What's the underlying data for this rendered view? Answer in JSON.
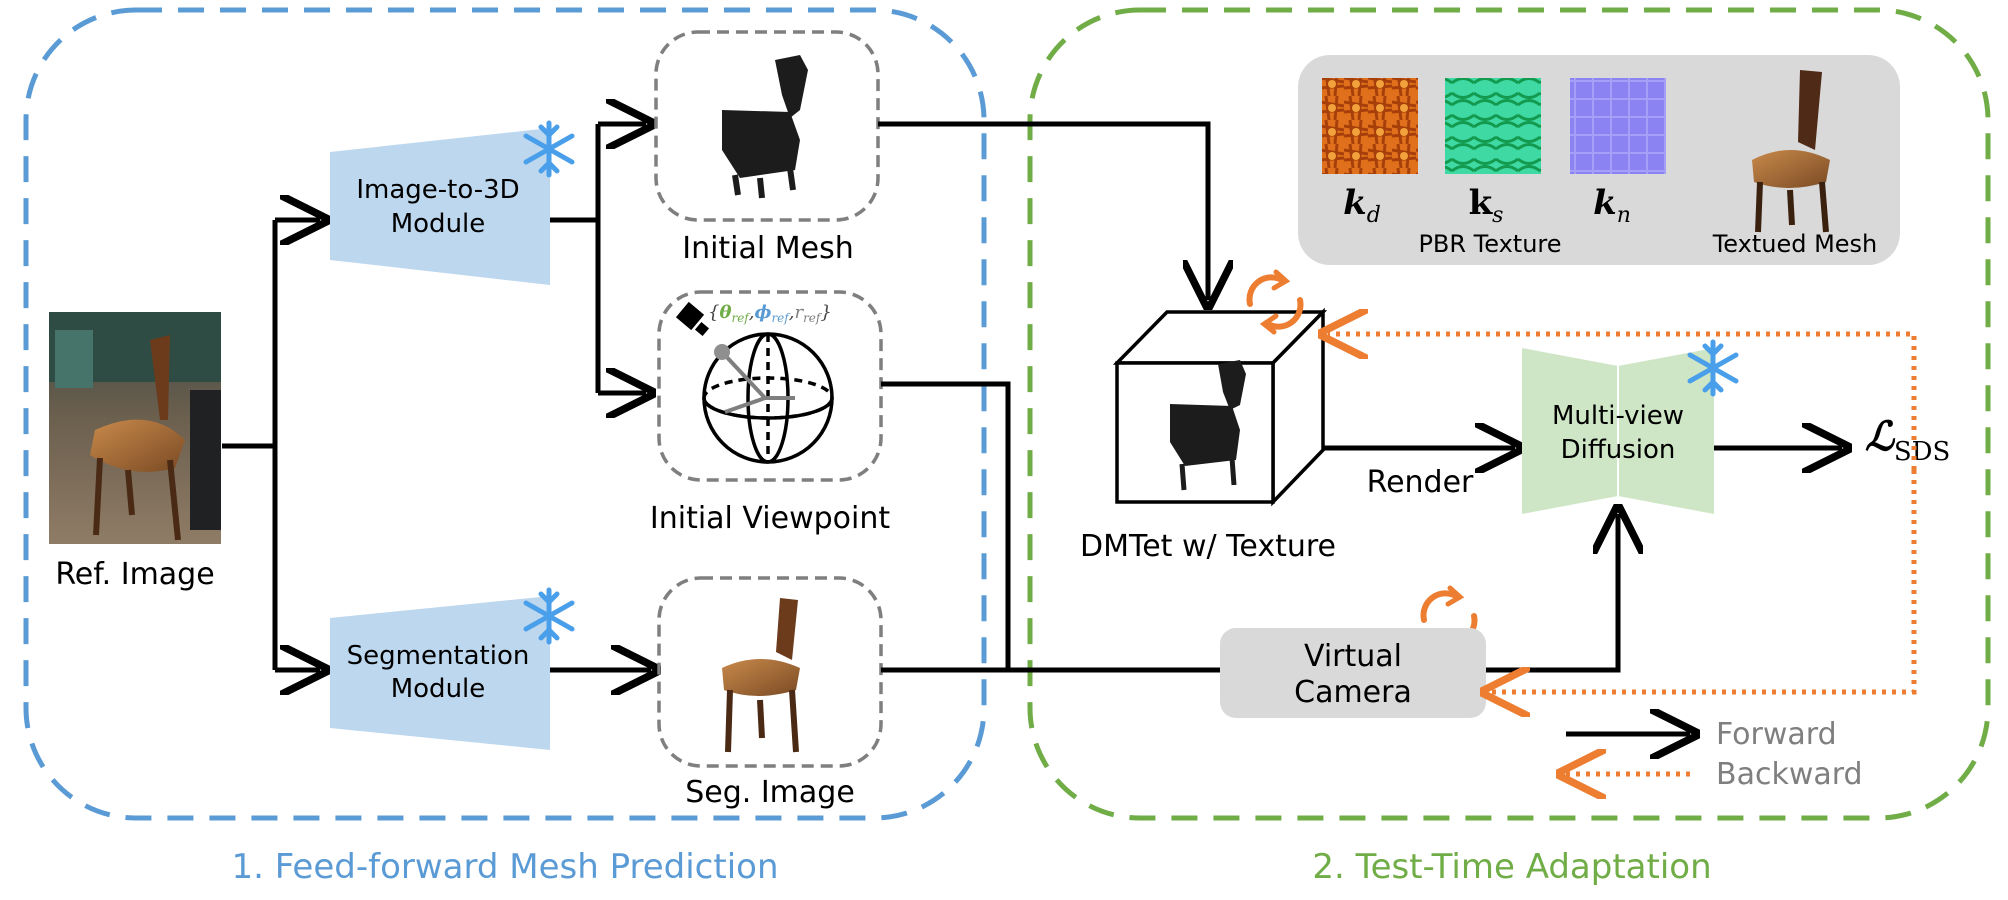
{
  "colors": {
    "stage1": "#5b9bd5",
    "stage2": "#70ad47",
    "module_fill": "#bdd7ee",
    "diffusion_fill": "#cfe6c6",
    "grey_panel": "#d9d9d9",
    "backward": "#ed7d31",
    "snow": "#4a9fea"
  },
  "stage1": {
    "title": "1. Feed-forward Mesh Prediction"
  },
  "stage2": {
    "title": "2. Test-Time Adaptation"
  },
  "ref_image": {
    "label": "Ref. Image"
  },
  "image_to_3d": {
    "line1": "Image-to-3D",
    "line2": "Module"
  },
  "segmentation": {
    "line1": "Segmentation",
    "line2": "Module"
  },
  "initial_mesh": {
    "label": "Initial Mesh"
  },
  "initial_viewpoint": {
    "label": "Initial Viewpoint",
    "params": {
      "open": "{",
      "theta": "θ",
      "phi": "ϕ",
      "r": "r",
      "sub": "ref",
      "comma": ",",
      "close": "}"
    }
  },
  "seg_image": {
    "label": "Seg. Image"
  },
  "dmtet": {
    "label": "DMTet w/ Texture"
  },
  "render": {
    "label": "Render"
  },
  "diffusion": {
    "line1": "Multi-view",
    "line2": "Diffusion"
  },
  "loss": {
    "symbol": "ℒ",
    "sub": "SDS"
  },
  "virtual_camera": {
    "line1": "Virtual",
    "line2": "Camera"
  },
  "pbr": {
    "kd": "k",
    "kd_sub": "d",
    "ks": "k",
    "ks_sub": "s",
    "kn": "k",
    "kn_sub": "n",
    "label": "PBR Texture",
    "textured_label": "Textued Mesh"
  },
  "legend": {
    "forward": "Forward",
    "backward": "Backward"
  },
  "icons": [
    "snowflake-icon",
    "refresh-icon",
    "camera-icon",
    "chair-thumbnail",
    "mesh-thumbnail",
    "sphere-icon",
    "cube-icon"
  ]
}
